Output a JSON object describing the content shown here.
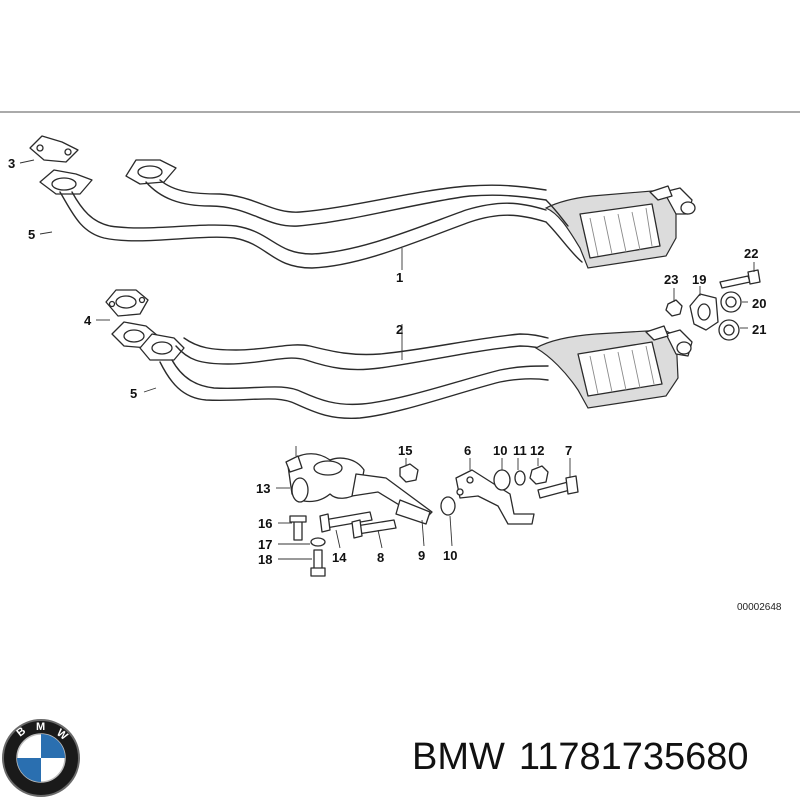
{
  "diagram": {
    "reference_code": "00002648",
    "callouts": [
      "1",
      "2",
      "3",
      "4",
      "5",
      "5",
      "6",
      "7",
      "8",
      "9",
      "10",
      "10",
      "11",
      "12",
      "13",
      "14",
      "15",
      "16",
      "17",
      "18",
      "19",
      "20",
      "21",
      "22",
      "23"
    ]
  },
  "footer": {
    "brand": "BMW",
    "part_number": "11781735680"
  },
  "logo": {
    "lettering": "BMW",
    "colors": {
      "ring": "#1a1a1a",
      "blue": "#2a6fb0",
      "white": "#ffffff"
    }
  }
}
